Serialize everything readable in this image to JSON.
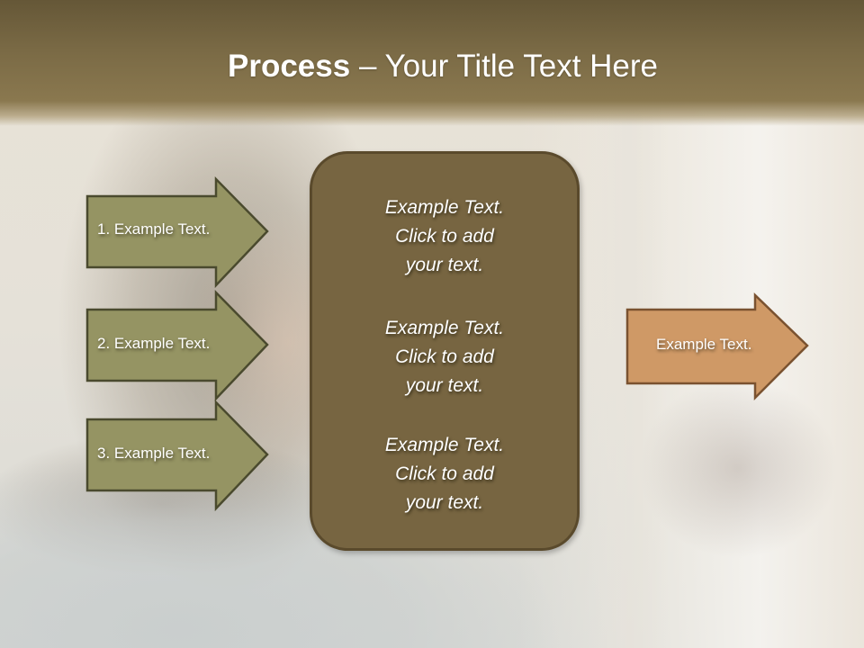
{
  "slide": {
    "title": {
      "bold": "Process",
      "rest": " – Your Title Text Here"
    },
    "input_steps": [
      {
        "label": "1. Example Text."
      },
      {
        "label": "2. Example Text."
      },
      {
        "label": "3. Example Text."
      }
    ],
    "center_box": {
      "blocks": [
        {
          "lines": [
            "Example Text.",
            "Click  to add",
            "your text."
          ]
        },
        {
          "lines": [
            "Example Text.",
            "Click  to add",
            "your text."
          ]
        },
        {
          "lines": [
            "Example Text.",
            "Click  to add",
            "your text."
          ]
        }
      ]
    },
    "output_step": {
      "label": "Example Text."
    },
    "colors": {
      "title_band": "#7a6a45",
      "input_arrow_fill": "#959463",
      "input_arrow_stroke": "#4a4a2e",
      "center_box_fill": "#776541",
      "center_box_stroke": "#5a4a2c",
      "output_arrow_fill": "#cf9966",
      "output_arrow_stroke": "#7a5230",
      "text": "#ffffff"
    }
  }
}
